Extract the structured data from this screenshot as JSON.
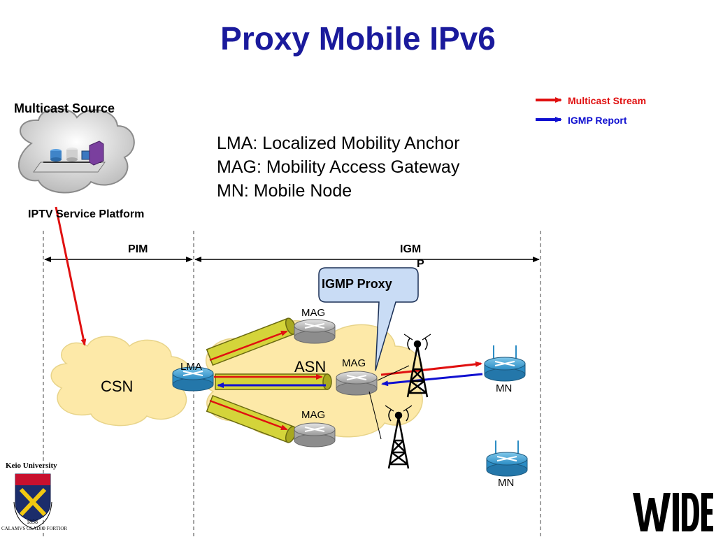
{
  "title": "Proxy Mobile IPv6",
  "legend": {
    "multicast_stream": {
      "label": "Multicast Stream",
      "color": "#e01010"
    },
    "igmp_report": {
      "label": "IGMP Report",
      "color": "#1010d0"
    }
  },
  "definitions": [
    "LMA: Localized Mobility Anchor",
    "MAG: Mobility Access Gateway",
    "MN: Mobile Node"
  ],
  "labels": {
    "multicast_source": "Multicast Source",
    "iptv_platform": "IPTV Service Platform",
    "pim": "PIM",
    "igmp_line1": "IGM",
    "igmp_line2": "P",
    "igmp_proxy": "IGMP Proxy",
    "csn": "CSN",
    "asn": "ASN",
    "lma": "LMA",
    "mag_top": "MAG",
    "mag_mid": "MAG",
    "mag_bottom": "MAG",
    "mn_1": "MN",
    "mn_2": "MN"
  },
  "logos": {
    "keio_name": "Keio University",
    "keio_year": "1858",
    "keio_motto": "CALAMVS GLADIO FORTIOR",
    "wide": "WIDE"
  },
  "colors": {
    "title": "#1a1a9c",
    "cloud_fill": "#fde9a8",
    "callout_fill": "#c9dcf5",
    "tunnel_fill": "#d4d43a"
  }
}
